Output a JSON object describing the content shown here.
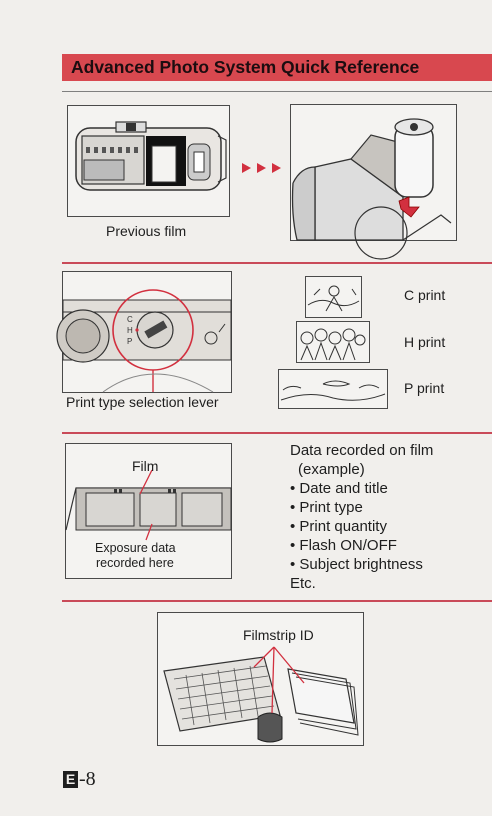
{
  "header": {
    "title": "Advanced Photo System Quick Reference"
  },
  "section1": {
    "previous_film_label": "Previous film"
  },
  "section2": {
    "lever_label": "Print type selection lever",
    "print_types": [
      "C print",
      "H print",
      "P print"
    ]
  },
  "section3": {
    "film_label": "Film",
    "exposure_label_line1": "Exposure data",
    "exposure_label_line2": "recorded here",
    "heading_line1": "Data recorded on film",
    "heading_line2": "(example)",
    "items": [
      "Date and title",
      "Print type",
      "Print quantity",
      "Flash ON/OFF",
      "Subject brightness"
    ],
    "etc": "Etc."
  },
  "section4": {
    "filmstrip_label": "Filmstrip ID"
  },
  "footer": {
    "page_letter": "E",
    "page_number": "-8"
  },
  "colors": {
    "accent": "#d8484f",
    "rule": "#c94a58"
  }
}
